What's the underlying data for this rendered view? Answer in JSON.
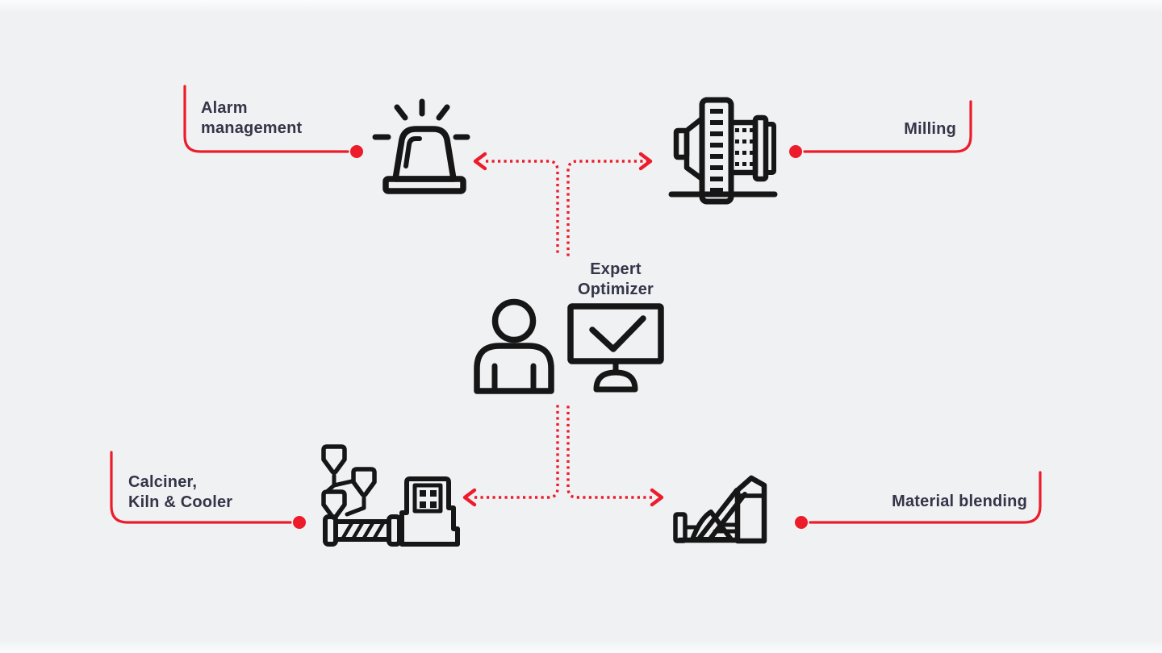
{
  "colors": {
    "background": "#f0f1f3",
    "accent_red": "#ed1c2b",
    "icon_ink": "#161616",
    "label_color": "#333548"
  },
  "center": {
    "label_line1": "Expert",
    "label_line2": "Optimizer",
    "icons": [
      "operator-person-icon",
      "monitor-check-icon"
    ]
  },
  "nodes": {
    "alarm": {
      "label_line1": "Alarm",
      "label_line2": "management",
      "icon": "alarm-siren-icon",
      "position": "top-left"
    },
    "milling": {
      "label": "Milling",
      "icon": "milling-machine-icon",
      "position": "top-right"
    },
    "calciner": {
      "label_line1": "Calciner,",
      "label_line2": "Kiln & Cooler",
      "icon": "calciner-kiln-cooler-icon",
      "position": "bottom-left"
    },
    "material": {
      "label": "Material blending",
      "icon": "material-blending-icon",
      "position": "bottom-right"
    }
  }
}
